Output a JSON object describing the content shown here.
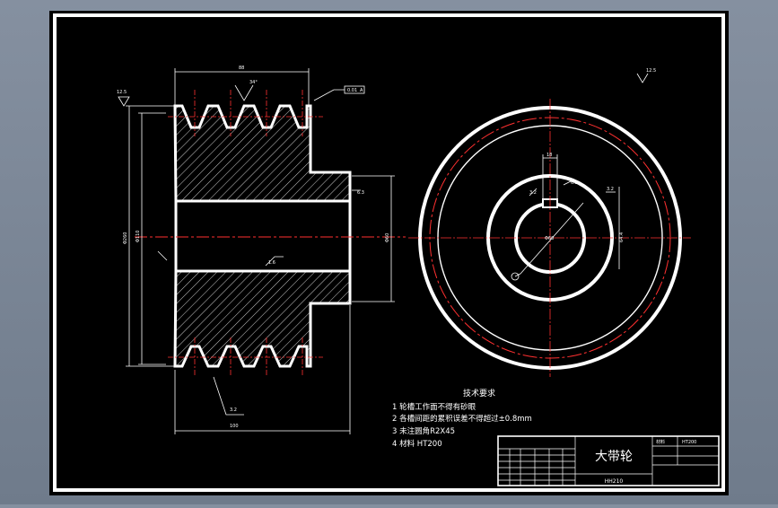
{
  "drawing": {
    "part_title": "大带轮",
    "drawing_number": "HH210",
    "material_label": "材料",
    "material_value": "HT200",
    "tech_requirements": {
      "heading": "技术要求",
      "items": [
        "1 轮槽工作面不得有砂眼",
        "2 各槽间距的累积误差不得超过±0.8mm",
        "3 未注圆角R2X45",
        "4 材料 HT200"
      ]
    },
    "dimensions": {
      "overall_width": "88",
      "groove_angle": "34°",
      "bore": "Φ60",
      "outer_diameter": "Φ260",
      "hub_diameter": "Φ110",
      "hub_length": "100",
      "keyway_width": "18",
      "keyway_depth": "64.4",
      "roughness_main": "12.5",
      "roughness_groove": "3.2",
      "roughness_bore": "1.6",
      "roughness_other": "6.3",
      "flatness": "0.01",
      "datum": "A"
    }
  },
  "colors": {
    "background": "#7b8796",
    "sheet": "#000000",
    "frame": "#ffffff",
    "centerline": "#ff3030",
    "hatch": "#ffffff"
  }
}
